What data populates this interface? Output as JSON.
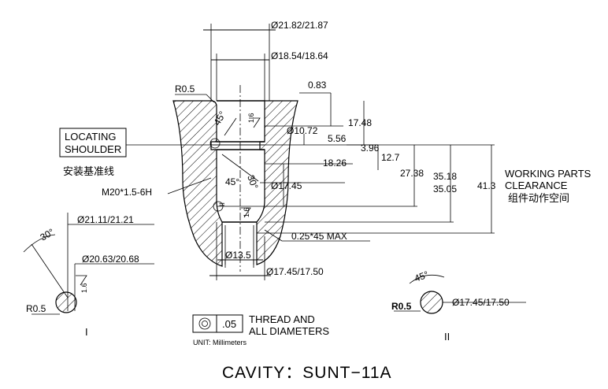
{
  "title": "CAVITY：SUNT−11A",
  "dims": {
    "d_21_82": "Ø21.82/21.87",
    "d_18_54": "Ø18.54/18.64",
    "r0_5_top": "R0.5",
    "v0_83": "0.83",
    "d_10_72": "Ø10.72",
    "v17_48": "17.48",
    "v5_56": "5.56",
    "v3_96": "3.96",
    "v12_7": "12.7",
    "v18_26": "18.26",
    "v27_38": "27.38",
    "v35_18": "35.18",
    "v35_05": "35.05",
    "v41_3": "41.3",
    "d_17_45_mid": "Ø17.45",
    "d_13_5": "Ø13.5",
    "d_17_45_bottom": "Ø17.45/17.50",
    "chamfer": "0.25*45  MAX",
    "thread": "M20*1.5-6H",
    "ang45_a": "45°",
    "ang45_b": "45°",
    "ang30_main": "30°",
    "rough_1": "1.6",
    "rough_2": "1.6",
    "mark_II_main": "II"
  },
  "labels": {
    "locating_line1": "LOCATING",
    "locating_line2": "SHOULDER",
    "locating_cn": "安装基准线",
    "working_line1": "WORKING PARTS",
    "working_line2": "CLEARANCE",
    "working_cn": "组件动作空间"
  },
  "detail_I": {
    "d_21_11": "Ø21.11/21.21",
    "d_20_63": "Ø20.63/20.68",
    "ang30": "30°",
    "r0_5": "R0.5",
    "rough": "1.6",
    "mark": "I"
  },
  "detail_II": {
    "ang45": "45°",
    "r0_5": "R0.5",
    "d_17_45": "Ø17.45/17.50",
    "mark": "II"
  },
  "tolerance_box": {
    "value": ".05",
    "note_line1": "THREAD AND",
    "note_line2": "ALL DIAMETERS",
    "unit": "UNIT: Millimeters"
  }
}
